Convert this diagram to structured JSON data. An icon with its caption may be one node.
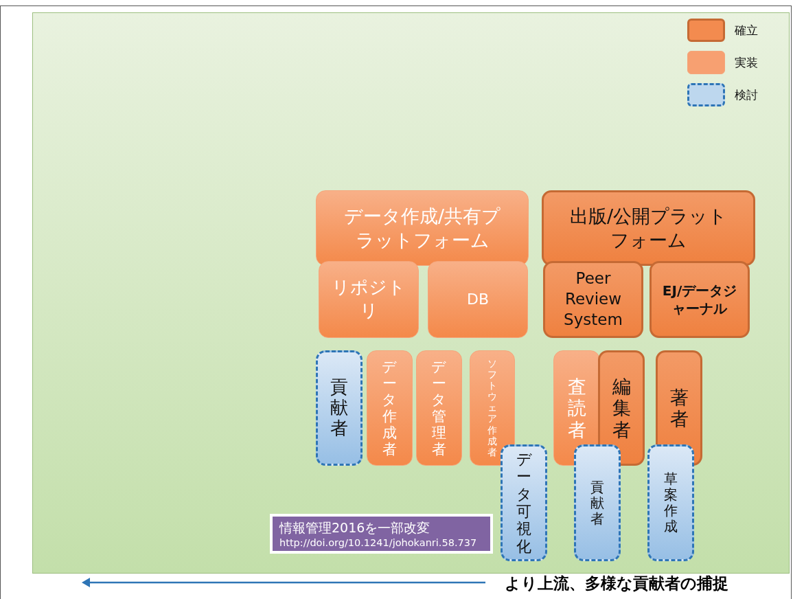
{
  "diagram": {
    "nodes": [
      {
        "text": [
          "データ作成/共有プラットフォーム"
        ]
      },
      {
        "text": [
          "出版/公開プラットフォーム"
        ]
      },
      {
        "text": [
          "リポジトリ"
        ]
      },
      {
        "text": [
          "DB"
        ]
      },
      {
        "text": [
          "Peer Review System"
        ]
      },
      {
        "text": [
          "EJ/データジャーナル"
        ]
      },
      {
        "text": [
          "貢献者"
        ]
      },
      {
        "text": [
          "データ作成者"
        ]
      },
      {
        "text": [
          "データ管理者"
        ]
      },
      {
        "text": [
          "ソフトウェア作成者"
        ]
      },
      {
        "text": [
          "データ可視化"
        ]
      },
      {
        "text": [
          "査読者"
        ]
      },
      {
        "text": [
          "編集者"
        ]
      },
      {
        "text": [
          "著者"
        ]
      },
      {
        "text": [
          "貢献者"
        ]
      },
      {
        "text": [
          "草案作成"
        ]
      },
      {
        "text": [
          "情報管理2016を一部改変",
          "http://doi.org/10.1241/johokanri.58.737"
        ]
      }
    ],
    "edges": [],
    "labels": [
      "より上流、多様な貢献者の捕捉"
    ],
    "legend": [
      {
        "text": "確立",
        "color": "#f38b4f"
      },
      {
        "text": "実装",
        "color": "#f7a071"
      },
      {
        "text": "検討",
        "color": "#bdd7ee"
      }
    ]
  }
}
